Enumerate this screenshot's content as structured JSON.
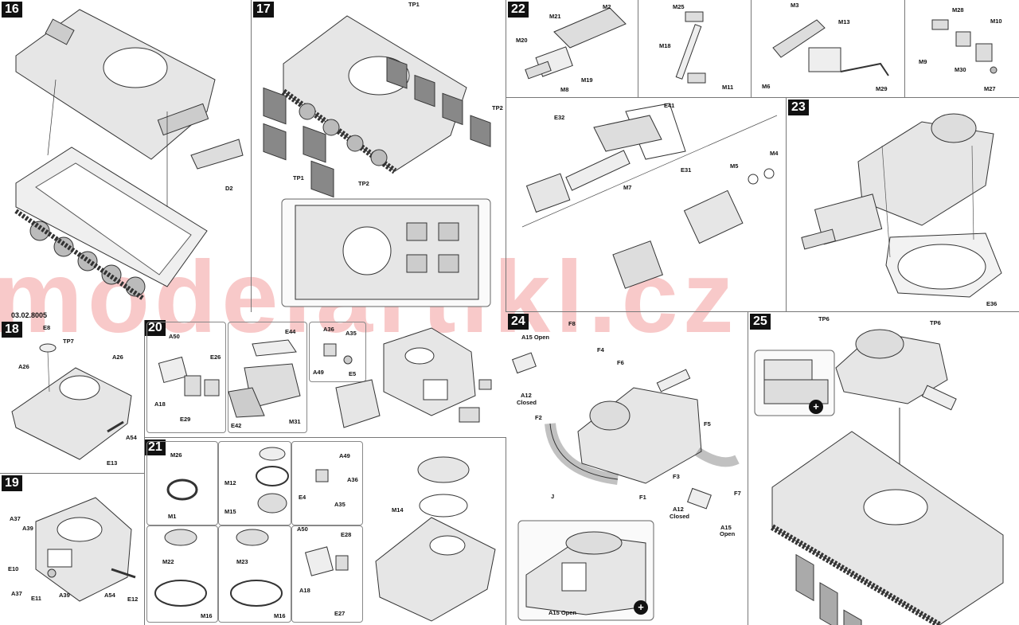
{
  "document_code": "03.02.8005",
  "watermark": "modelartikl.cz",
  "steps": [
    {
      "number": "16",
      "labels": [
        "D2"
      ]
    },
    {
      "number": "17",
      "labels": [
        "TP1",
        "TP2",
        "TP1",
        "TP2"
      ]
    },
    {
      "number": "18",
      "labels": [
        "E8",
        "TP7",
        "A26",
        "A26",
        "A54",
        "E13"
      ]
    },
    {
      "number": "19",
      "labels": [
        "A37",
        "A39",
        "E10",
        "A37",
        "E11",
        "A39",
        "A54",
        "E12"
      ]
    },
    {
      "number": "20",
      "labels": [
        "A50",
        "E26",
        "A18",
        "E29",
        "E44",
        "E42",
        "M31",
        "A36",
        "A35",
        "A49",
        "E5"
      ]
    },
    {
      "number": "21",
      "labels": [
        "M26",
        "M1",
        "M12",
        "M15",
        "A49",
        "E4",
        "A36",
        "A35",
        "M22",
        "M16",
        "M23",
        "M16",
        "A50",
        "E28",
        "A18",
        "E27",
        "M14"
      ]
    },
    {
      "number": "22",
      "labels": [
        "M2",
        "M21",
        "M20",
        "M8",
        "M19",
        "M25",
        "M18",
        "M11",
        "M3",
        "M13",
        "M6",
        "M29",
        "M28",
        "M10",
        "M9",
        "M30",
        "M27",
        "E41",
        "E32",
        "E31",
        "M7",
        "M5",
        "M4"
      ]
    },
    {
      "number": "23",
      "labels": [
        "E36"
      ]
    },
    {
      "number": "24",
      "labels": [
        "F8",
        "A15 Open",
        "F4",
        "F6",
        "A12",
        "Closed",
        "F2",
        "F5",
        "J",
        "F3",
        "F1",
        "F7",
        "A12",
        "Closed",
        "A15",
        "Open",
        "A15 Open"
      ]
    },
    {
      "number": "25",
      "labels": [
        "TP6",
        "TP6"
      ]
    }
  ]
}
